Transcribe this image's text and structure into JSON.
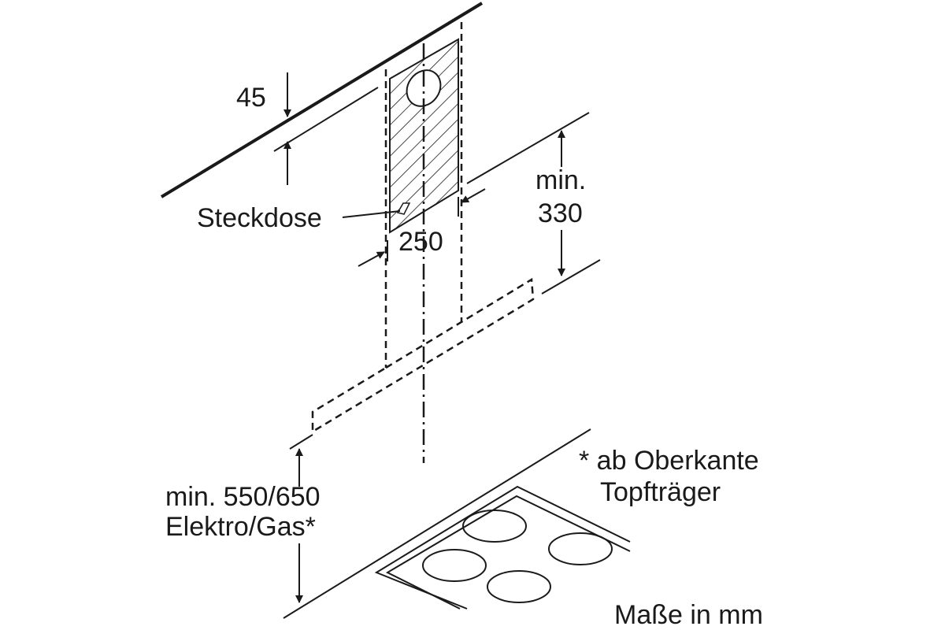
{
  "labels": {
    "ceiling_gap": "45",
    "socket": "Steckdose",
    "width": "250",
    "min_top_1": "min.",
    "min_top_2": "330",
    "min_bottom_1": "min. 550/650",
    "min_bottom_2": "Elektro/Gas*",
    "note_1": "* ab Oberkante",
    "note_2": "Topfträger",
    "units": "Maße in mm"
  },
  "colors": {
    "line": "#1a1a1a",
    "background": "#ffffff"
  }
}
